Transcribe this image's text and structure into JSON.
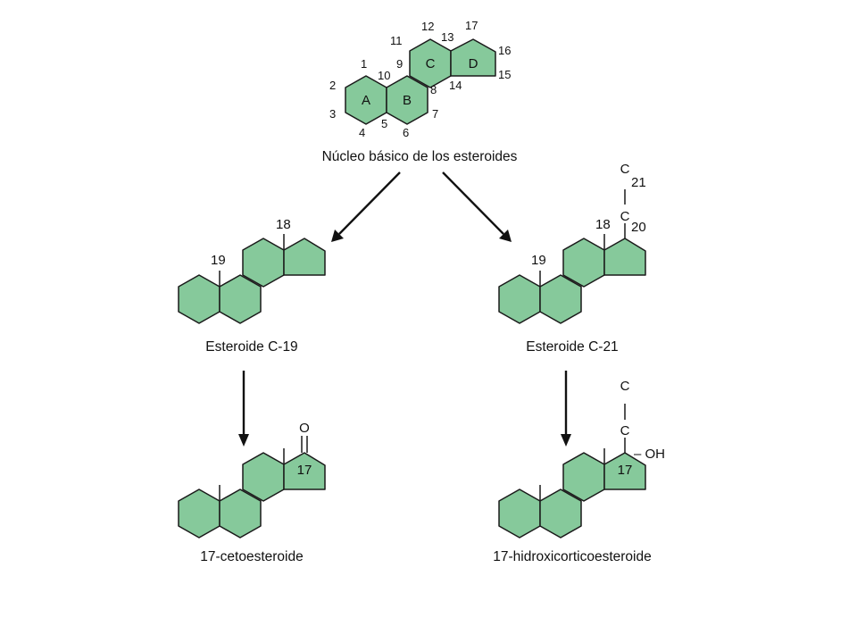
{
  "nucleus": {
    "caption": "Núcleo básico de los esteroides",
    "ring_labels": [
      "A",
      "B",
      "C",
      "D"
    ],
    "numbers": [
      "1",
      "2",
      "3",
      "4",
      "5",
      "6",
      "7",
      "8",
      "9",
      "10",
      "11",
      "12",
      "13",
      "14",
      "15",
      "16",
      "17"
    ]
  },
  "c19": {
    "caption": "Esteroide C-19",
    "n18": "18",
    "n19": "19"
  },
  "c21": {
    "caption": "Esteroide C-21",
    "n18": "18",
    "n19": "19",
    "c": "C",
    "n20": "20",
    "n21": "21"
  },
  "keto": {
    "caption": "17-cetoesteroide",
    "o": "O",
    "n17": "17"
  },
  "hydroxy": {
    "caption": "17-hidroxicorticoesteroide",
    "c": "C",
    "oh": "– OH",
    "n17": "17"
  }
}
